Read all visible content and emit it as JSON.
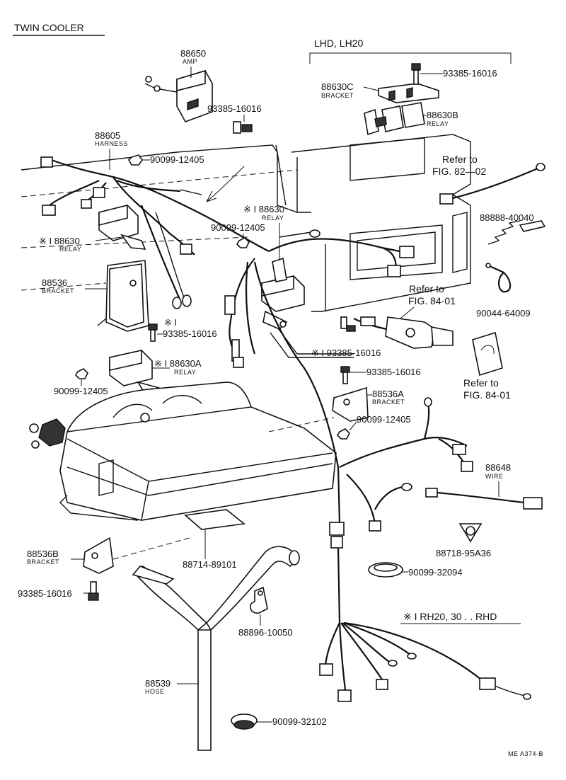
{
  "title": "TWIN COOLER",
  "section_lhd": "LHD, LH20",
  "section_rhd": "※ I RH20, 30 . . RHD",
  "footer_code": "ME  A374-B",
  "parts": {
    "p88650": {
      "number": "88650",
      "name": "AMP"
    },
    "p88605": {
      "number": "88605",
      "name": "HARNESS"
    },
    "p88630_left": {
      "number": "※ I 88630",
      "name": "RELAY"
    },
    "p88630_mid": {
      "number": "※ I 88630",
      "name": "RELAY"
    },
    "p88630A": {
      "number": "※ I 88630A",
      "name": "RELAY"
    },
    "p88630B": {
      "number": "88630B",
      "name": "RELAY"
    },
    "p88630C": {
      "number": "88630C",
      "name": "BRACKET"
    },
    "p88536": {
      "number": "88536",
      "name": "BRACKET"
    },
    "p88536A": {
      "number": "88536A",
      "name": "BRACKET"
    },
    "p88536B": {
      "number": "88536B",
      "name": "BRACKET"
    },
    "p88648": {
      "number": "88648",
      "name": "WIRE"
    },
    "p88539": {
      "number": "88539",
      "name": "HOSE"
    },
    "b93385_top": {
      "number": "93385-16016"
    },
    "b93385_amp": {
      "number": "93385-16016"
    },
    "b93385_left": {
      "number": "※ I",
      "number2": "93385-16016"
    },
    "b93385_switch": {
      "number": "※ I 93385-16016"
    },
    "b93385_mid": {
      "number": "93385-16016"
    },
    "b93385_bottom": {
      "number": "93385-16016"
    },
    "n90099_top": {
      "number": "90099-12405"
    },
    "n90099_mid": {
      "number": "90099-12405"
    },
    "n90099_left": {
      "number": "90099-12405"
    },
    "n90099_right": {
      "number": "90099-12405"
    },
    "g90099_32094": {
      "number": "90099-32094"
    },
    "g90099_32102": {
      "number": "90099-32102"
    },
    "p88888": {
      "number": "88888-40040"
    },
    "p90044": {
      "number": "90044-64009"
    },
    "p88714": {
      "number": "88714-89101"
    },
    "p88896": {
      "number": "88896-10050"
    },
    "p88718": {
      "number": "88718-95A36"
    }
  },
  "refs": {
    "ref_82_02": {
      "line1": "Refer to",
      "line2": "FIG. 82—02"
    },
    "ref_84_01_a": {
      "line1": "Refer to",
      "line2": "FIG. 84-01"
    },
    "ref_84_01_b": {
      "line1": "Refer to",
      "line2": "FIG. 84-01"
    }
  }
}
